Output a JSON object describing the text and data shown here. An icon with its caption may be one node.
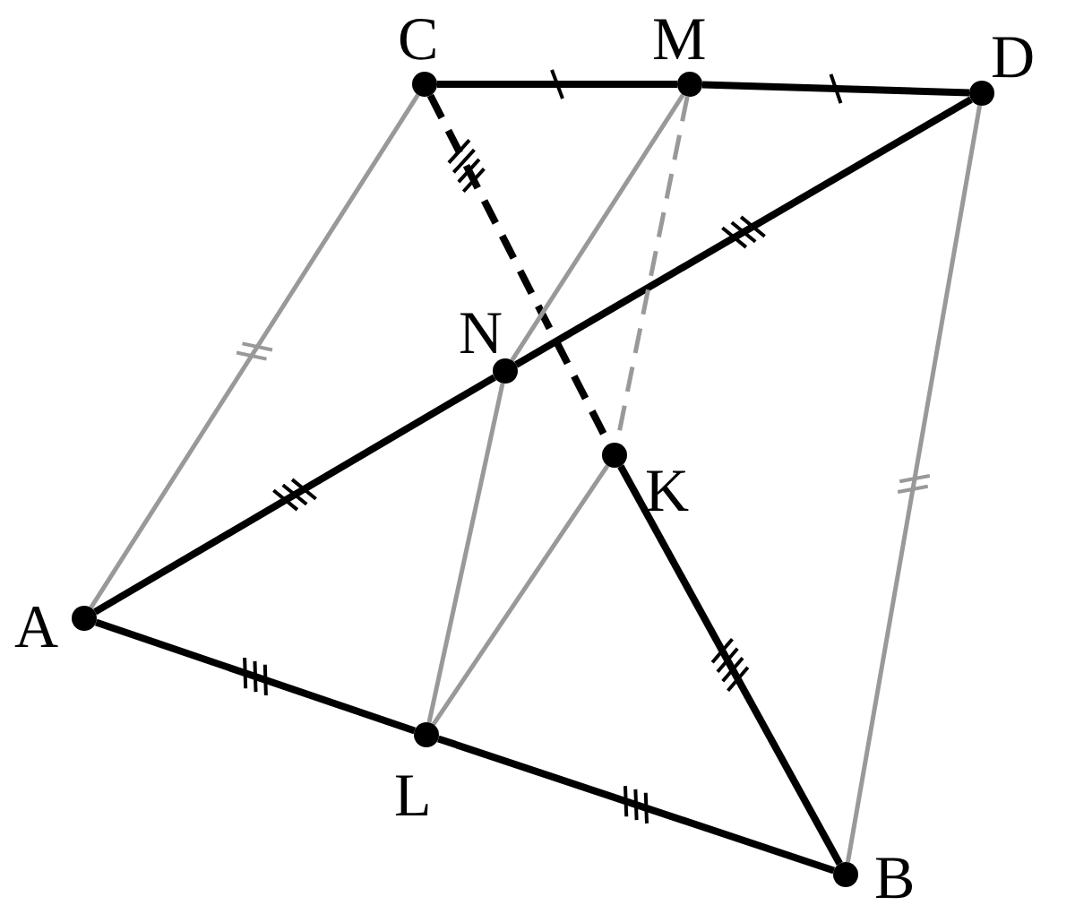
{
  "diagram": {
    "nodes": [
      {
        "text": [],
        "shape": "circle",
        "beside": [
          "C"
        ]
      },
      {
        "text": [],
        "shape": "circle",
        "beside": [
          "M"
        ]
      },
      {
        "text": [],
        "shape": "circle",
        "beside": [
          "D"
        ]
      },
      {
        "text": [],
        "shape": "circle",
        "beside": [
          "N"
        ]
      },
      {
        "text": [],
        "shape": "circle",
        "beside": [
          "K"
        ]
      },
      {
        "text": [],
        "shape": "circle",
        "beside": [
          "A"
        ]
      },
      {
        "text": [],
        "shape": "circle",
        "beside": [
          "L"
        ]
      },
      {
        "text": [],
        "shape": "circle",
        "beside": [
          "B"
        ]
      }
    ],
    "edges": [
      {
        "from": 0,
        "to": 1,
        "arrow": "none"
      },
      {
        "from": 1,
        "to": 2,
        "arrow": "none"
      },
      {
        "from": 5,
        "to": 3,
        "arrow": "none"
      },
      {
        "from": 3,
        "to": 2,
        "arrow": "none"
      },
      {
        "from": 5,
        "to": 6,
        "arrow": "none"
      },
      {
        "from": 6,
        "to": 7,
        "arrow": "none"
      },
      {
        "from": 0,
        "to": 4,
        "arrow": "none",
        "style": "dashed"
      },
      {
        "from": 4,
        "to": 7,
        "arrow": "none"
      },
      {
        "from": 0,
        "to": 5,
        "arrow": "none",
        "color": "#999999"
      },
      {
        "from": 2,
        "to": 7,
        "arrow": "none",
        "color": "#999999"
      },
      {
        "from": 1,
        "to": 3,
        "arrow": "none",
        "color": "#999999"
      },
      {
        "from": 3,
        "to": 6,
        "arrow": "none",
        "color": "#999999"
      },
      {
        "from": 6,
        "to": 4,
        "arrow": "none",
        "color": "#999999"
      },
      {
        "from": 1,
        "to": 4,
        "arrow": "none",
        "style": "dashed",
        "color": "#999999"
      }
    ]
  }
}
